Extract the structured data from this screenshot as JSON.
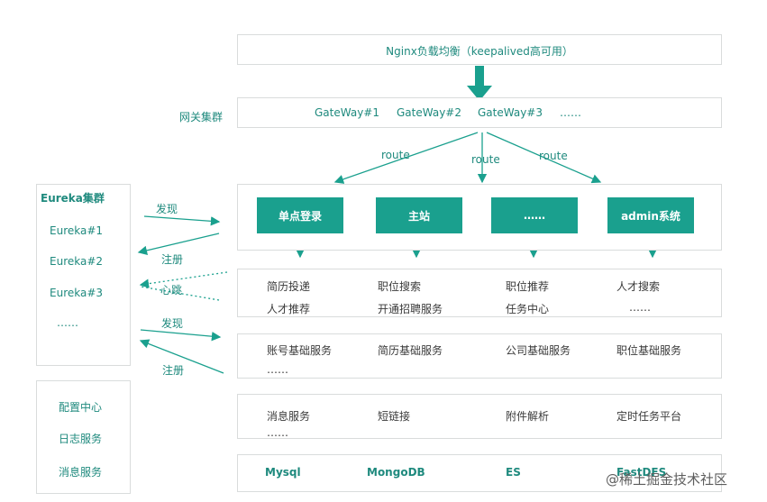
{
  "nginx": {
    "label": "Nginx负载均衡（keepalived高可用）"
  },
  "gateway": {
    "cluster_label": "网关集群",
    "nodes": [
      "GateWay#1",
      "GateWay#2",
      "GateWay#3"
    ],
    "more": "……"
  },
  "routes": [
    "route",
    "route",
    "route"
  ],
  "eureka": {
    "title": "Eureka集群",
    "nodes": [
      "Eureka#1",
      "Eureka#2",
      "Eureka#3"
    ],
    "more": "……"
  },
  "arrows": {
    "discover_top": "发现",
    "register_top": "注册",
    "heartbeat": "心跳",
    "discover_bottom": "发现",
    "register_bottom": "注册"
  },
  "side_services": [
    "配置中心",
    "日志服务",
    "消息服务"
  ],
  "apps": [
    "单点登录",
    "主站",
    "……",
    "admin系统"
  ],
  "business": {
    "row1": [
      "简历投递",
      "职位搜索",
      "职位推荐",
      "人才搜索"
    ],
    "row2": [
      "人才推荐",
      "开通招聘服务",
      "任务中心",
      "……"
    ]
  },
  "base_services": {
    "items": [
      "账号基础服务",
      "简历基础服务",
      "公司基础服务",
      "职位基础服务"
    ],
    "more": "……"
  },
  "common_services": {
    "items": [
      "消息服务",
      "短链接",
      "附件解析",
      "定时任务平台"
    ],
    "more": "……"
  },
  "storage": [
    "Mysql",
    "MongoDB",
    "ES",
    "FastDFS"
  ],
  "watermark": "@稀土掘金技术社区",
  "colors": {
    "accent": "#1aa08e",
    "text": "#1f8a7e",
    "border": "#d9dcdc"
  }
}
